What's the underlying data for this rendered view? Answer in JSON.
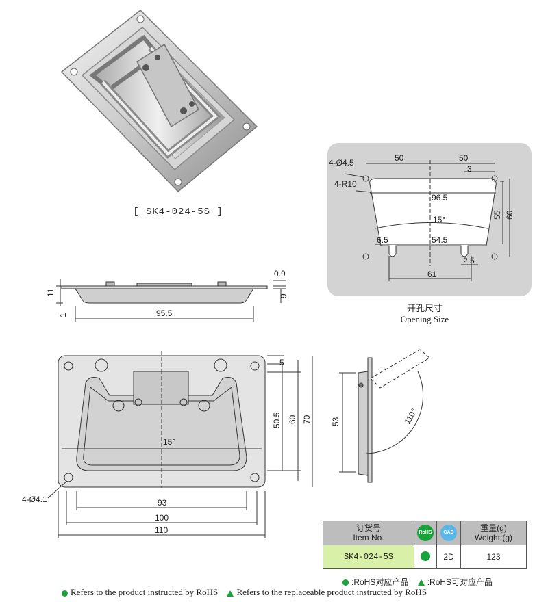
{
  "product": {
    "label": "[ SK4-024-5S ]"
  },
  "opening": {
    "zh": "开孔尺寸",
    "en": "Opening Size",
    "dims": {
      "hole": "4-Ø4.5",
      "radius": "4-R10",
      "left50": "50",
      "right50": "50",
      "three": "3",
      "width": "96.5",
      "angle": "15°",
      "h55": "55",
      "h60": "60",
      "six5": "6.5",
      "five45": "54.5",
      "two5": "2.5",
      "sixty1": "61"
    }
  },
  "side_view": {
    "d09": "0.9",
    "d11": "11",
    "d9": "9",
    "d1": "1",
    "d955": "95.5"
  },
  "front_view": {
    "d5": "5",
    "d505": "50.5",
    "d60": "60",
    "d70": "70",
    "d93": "93",
    "d100": "100",
    "d110": "110",
    "hole": "4-Ø4.1",
    "angle": "15°"
  },
  "profile_view": {
    "d53": "53",
    "angle": "110°"
  },
  "table": {
    "h_item_zh": "订货号",
    "h_item_en": "Item No.",
    "h_rohs": "RoHS",
    "h_cad": "CAD",
    "h_weight_zh": "重量(g)",
    "h_weight_en": "Weight:(g)",
    "item": "SK4-024-5S",
    "cad": "2D",
    "weight": "123"
  },
  "legend": {
    "rohs_zh": ":RoHS对应产品",
    "replace_zh": ":RoHS可对应产品",
    "rohs_en": "Refers to the product instructed by RoHS",
    "replace_en": "Refers to the replaceable product instructed by RoHS"
  },
  "colors": {
    "rohs_green": "#1aa33a",
    "cad_blue": "#5bb7e6",
    "item_highlight": "#d9f0a8",
    "header_grey": "#bdbdbd"
  }
}
